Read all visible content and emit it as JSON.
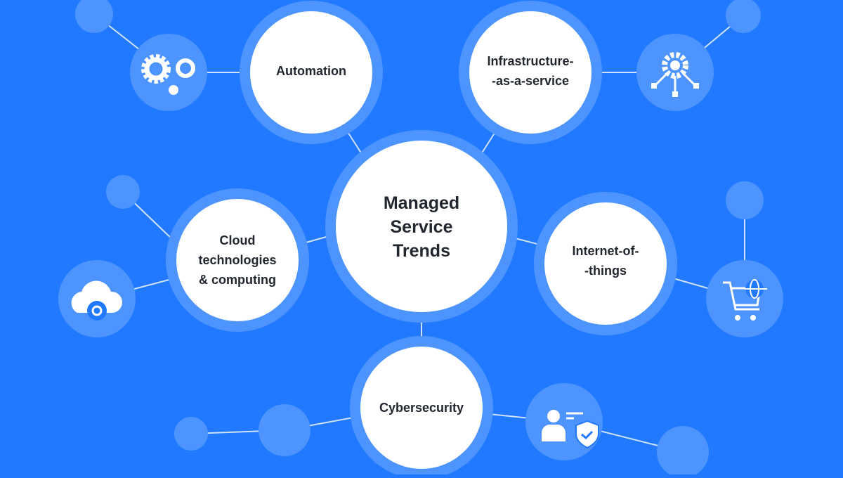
{
  "colors": {
    "background": "#2179ff",
    "ring": "#4d94ff",
    "node": "#ffffff",
    "text": "#22262e",
    "line": "#cfe2ff"
  },
  "center": {
    "label": "Managed\nService\nTrends"
  },
  "nodes": [
    {
      "id": "automation",
      "label": "Automation",
      "icon": "gears-icon"
    },
    {
      "id": "iaas",
      "label": "Infrastructure-\n-as-a-service",
      "icon": "network-gear-icon"
    },
    {
      "id": "cloud",
      "label": "Cloud\ntechnologies\n& computing",
      "icon": "cloud-gear-icon"
    },
    {
      "id": "iot",
      "label": "Internet-of-\n-things",
      "icon": "cart-globe-icon"
    },
    {
      "id": "cyber",
      "label": "Cybersecurity",
      "icon": "user-shield-icon"
    }
  ]
}
